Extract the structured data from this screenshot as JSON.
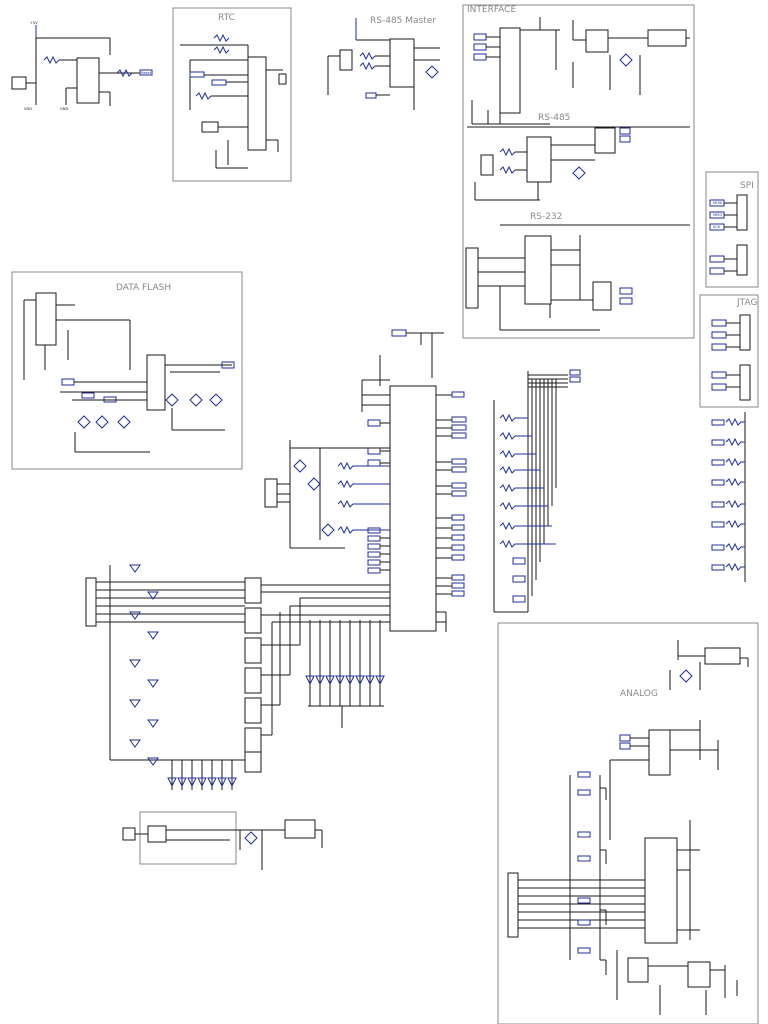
{
  "sections": {
    "rtc": "RTC",
    "rs485_master": "RS-485 Master",
    "interface": "INTERFACE",
    "rs485": "RS-485",
    "rs232": "RS-232",
    "spi": "SPI",
    "jtag": "JTAG",
    "data_flash": "DATA FLASH",
    "analog": "ANALOG"
  },
  "net_labels": {
    "reset": "Reset",
    "mosi": "MOSI",
    "miso": "MISO",
    "sck": "SCK",
    "vdd": "VDD",
    "gnd": "GND",
    "v5": "+5V"
  },
  "colors": {
    "wire": "#1a1a1a",
    "component": "#1f2f9a",
    "frame": "#8a8a8a"
  }
}
